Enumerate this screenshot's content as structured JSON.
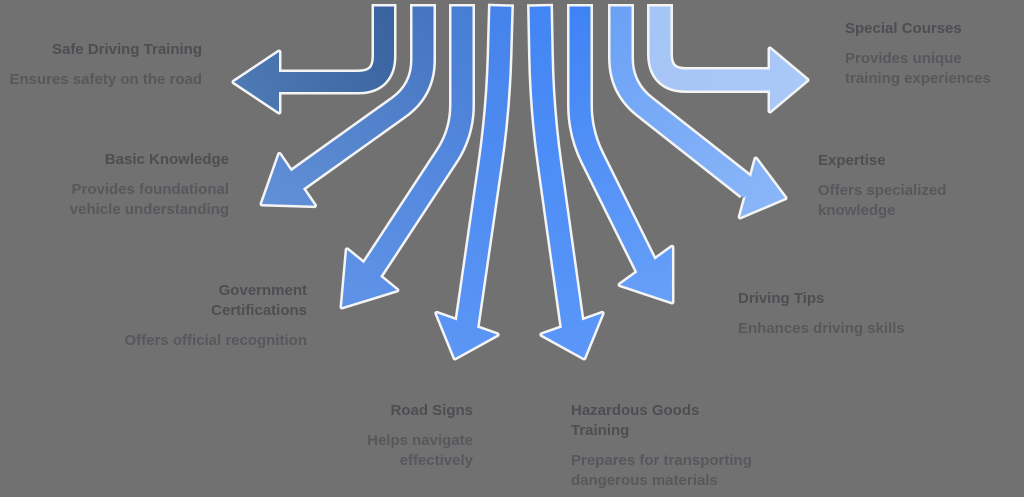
{
  "background_color": "#717171",
  "outline_color": "#f4f4f4",
  "text": {
    "title_color": "#4d4e52",
    "desc_color": "#57585c"
  },
  "items": [
    {
      "id": "safe_driving",
      "title": "Safe Driving Training",
      "desc": "Ensures safety on the road"
    },
    {
      "id": "basic_knowledge",
      "title": "Basic Knowledge",
      "desc": "Provides foundational vehicle understanding"
    },
    {
      "id": "government_certifications",
      "title": "Government Certifications",
      "desc": "Offers official recognition"
    },
    {
      "id": "road_signs",
      "title": "Road Signs",
      "desc": "Helps navigate effectively"
    },
    {
      "id": "hazardous_goods",
      "title": "Hazardous Goods Training",
      "desc": "Prepares for transporting dangerous materials"
    },
    {
      "id": "driving_tips",
      "title": "Driving Tips",
      "desc": "Enhances driving skills"
    },
    {
      "id": "expertise",
      "title": "Expertise",
      "desc": "Offers specialized knowledge"
    },
    {
      "id": "special_courses",
      "title": "Special Courses",
      "desc": "Provides unique training experiences"
    }
  ],
  "arrows": [
    {
      "name": "arrow-safe-driving",
      "target": "safe_driving",
      "color_start": "#3a639f",
      "color_end": "#4d79b5"
    },
    {
      "name": "arrow-basic-knowledge",
      "target": "basic_knowledge",
      "color_start": "#4575c0",
      "color_end": "#6190d8"
    },
    {
      "name": "arrow-government-certifications",
      "target": "government_certifications",
      "color_start": "#477dd3",
      "color_end": "#5f93e8"
    },
    {
      "name": "arrow-road-signs",
      "target": "road_signs",
      "color_start": "#4583ec",
      "color_end": "#5b96f5"
    },
    {
      "name": "arrow-hazardous-goods",
      "target": "hazardous_goods",
      "color_start": "#4285f4",
      "color_end": "#5b97f8"
    },
    {
      "name": "arrow-driving-tips",
      "target": "driving_tips",
      "color_start": "#3f82f5",
      "color_end": "#67a0f8"
    },
    {
      "name": "arrow-expertise",
      "target": "expertise",
      "color_start": "#6ba1f5",
      "color_end": "#8ab6f8"
    },
    {
      "name": "arrow-special-courses",
      "target": "special_courses",
      "color_start": "#a6c5f7",
      "color_end": "#a9c8f8"
    }
  ]
}
